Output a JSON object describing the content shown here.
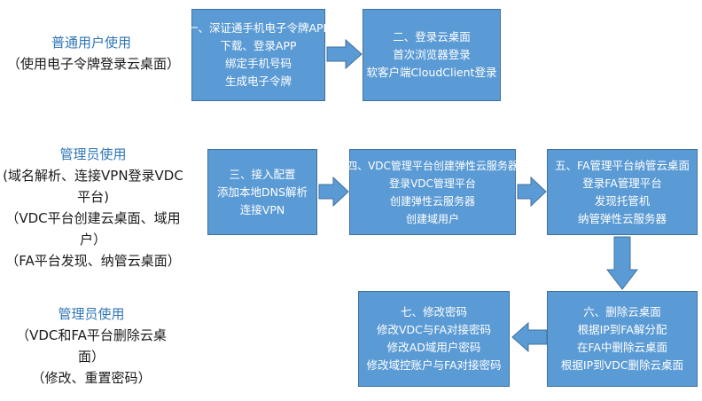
{
  "groups": [
    {
      "title": "普通用户使用",
      "lines": [
        "（使用电子令牌登录云桌面）"
      ]
    },
    {
      "title": "管理员使用",
      "lines": [
        "(域名解析、连接VPN登录VDC平台)",
        "（VDC平台创建云桌面、域用户）",
        "（FA平台发现、纳管云桌面）"
      ]
    },
    {
      "title": "管理员使用",
      "lines": [
        "（VDC和FA平台删除云桌面）",
        "（修改、重置密码）"
      ]
    }
  ],
  "steps": [
    {
      "lines": [
        "一、深证通手机电子令牌APP",
        "下载、登录APP",
        "绑定手机号码",
        "生成电子令牌"
      ]
    },
    {
      "lines": [
        "二、登录云桌面",
        "首次浏览器登录",
        "软客户端CloudClient登录"
      ]
    },
    {
      "lines": [
        "三、接入配置",
        "添加本地DNS解析",
        "连接VPN"
      ]
    },
    {
      "lines": [
        "四、VDC管理平台创建弹性云服务器",
        "登录VDC管理平台",
        "创建弹性云服务器",
        "创建域用户"
      ]
    },
    {
      "lines": [
        "五、FA管理平台纳管云桌面",
        "登录FA管理平台",
        "发现托管机",
        "纳管弹性云服务器"
      ]
    },
    {
      "lines": [
        "六、删除云桌面",
        "根据IP到FA解分配",
        "在FA中删除云桌面",
        "根据IP到VDC删除云桌面"
      ]
    },
    {
      "lines": [
        "七、修改密码",
        "修改VDC与FA对接密码",
        "修改AD域用户密码",
        "修改域控账户与FA对接密码"
      ]
    }
  ],
  "colors": {
    "box_fill": "#5b9bd5",
    "box_border": "#41719c",
    "title": "#2e75b6"
  }
}
